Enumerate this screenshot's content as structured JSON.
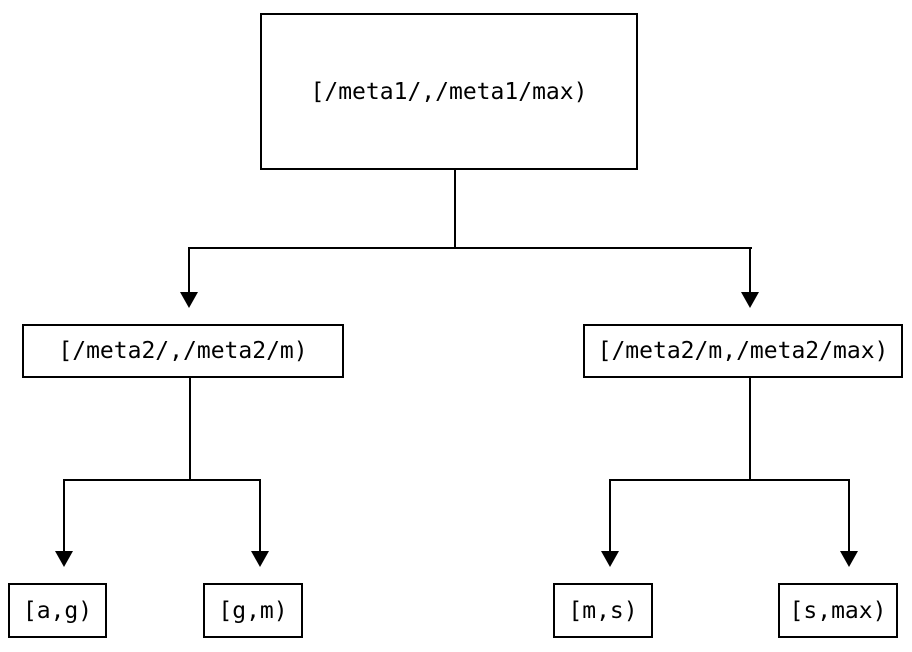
{
  "diagram": {
    "type": "binary-interval-tree",
    "background_color": "#ffffff",
    "line_color": "#000000",
    "text_color": "#000000",
    "nodes": {
      "root": {
        "label": "[/meta1/,/meta1/max)"
      },
      "children": [
        {
          "label": "[/meta2/,/meta2/m)"
        },
        {
          "label": "[/meta2/m,/meta2/max)"
        }
      ],
      "leaves": [
        {
          "label": "[a,g)"
        },
        {
          "label": "[g,m)"
        },
        {
          "label": "[m,s)"
        },
        {
          "label": "[s,max)"
        }
      ]
    }
  }
}
